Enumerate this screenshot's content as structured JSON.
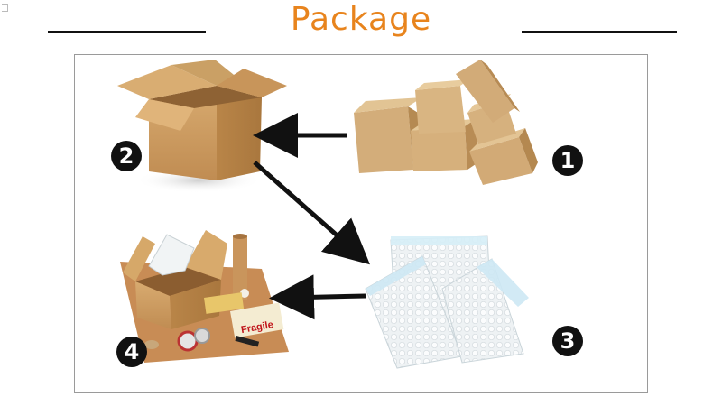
{
  "header": {
    "title": "Package"
  },
  "steps": [
    {
      "number": "1",
      "item": "stacked-cardboard-boxes"
    },
    {
      "number": "2",
      "item": "open-cardboard-box"
    },
    {
      "number": "3",
      "item": "bubble-wrap-bags"
    },
    {
      "number": "4",
      "item": "packed-box-with-supplies"
    }
  ],
  "supplies": {
    "fragile_label": "Fragile"
  },
  "colors": {
    "title": "#e8841d",
    "cardboard": "#c89a5f",
    "badge": "#111111"
  }
}
